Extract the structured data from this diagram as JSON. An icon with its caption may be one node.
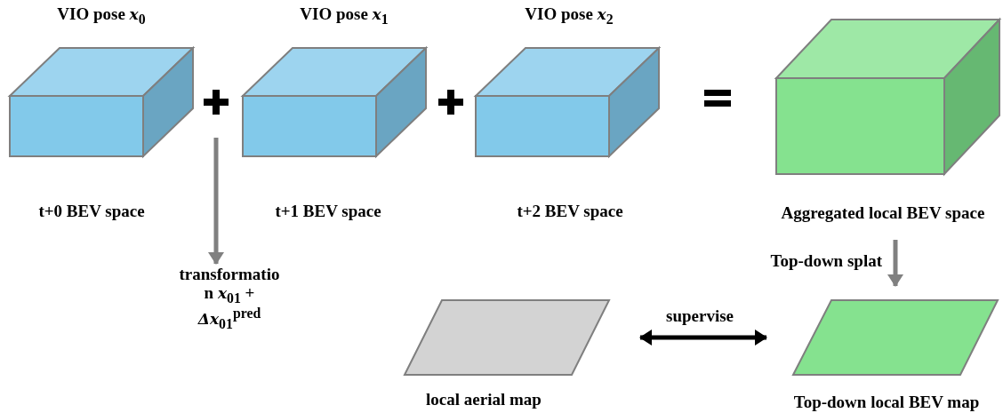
{
  "diagram": {
    "nodes": [
      {
        "text": [
          "VIO pose *x*$_{0}$"
        ],
        "beside": [
          "t+0 BEV space"
        ]
      },
      {
        "text": [
          "VIO pose *x*$_{1}$"
        ],
        "beside": [
          "t+1 BEV space"
        ]
      },
      {
        "text": [
          "VIO pose *x*$_{2}$"
        ],
        "beside": [
          "t+2 BEV space"
        ]
      },
      {
        "text": [],
        "shape": "cube",
        "beside": [
          "Aggregated local BEV space"
        ]
      },
      {
        "text": [
          "transformatio n *x*$_{01}$ + *Δx*$_{01}$$^{pred}$"
        ]
      },
      {
        "text": [],
        "shape": "parallelogram",
        "beside": [
          "local aerial map"
        ]
      },
      {
        "text": [],
        "shape": "parallelogram",
        "beside": [
          "Top-down local BEV map"
        ]
      }
    ],
    "edges": [
      {
        "from": null,
        "to": 4,
        "arrow": "to"
      },
      {
        "from": 3,
        "to": 6,
        "arrow": "to",
        "label": "Top-down splat"
      },
      {
        "from": 5,
        "to": 6,
        "arrow": "both",
        "label": "supervise",
        "color": "#000000"
      }
    ]
  }
}
